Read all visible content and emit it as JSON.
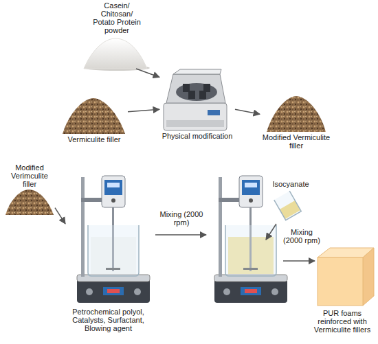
{
  "diagram": {
    "nodes": [
      {
        "text": [
          "Casein/ Chitosan/ Potato Protein powder"
        ]
      },
      {
        "text": [
          "Vermiculite filler"
        ]
      },
      {
        "text": [
          "Physical modification"
        ]
      },
      {
        "text": [
          "Modified Vermiculite filler"
        ]
      },
      {
        "text": [
          "Modified Verimculite filler"
        ]
      },
      {
        "text": [
          "Petrochemical polyol, Catalysts, Surfactant, Blowing agent"
        ]
      },
      {
        "text": [
          "Isocyanate"
        ]
      },
      {
        "text": [
          "PUR foams reinforced with Vermiculite fillers"
        ]
      }
    ],
    "edges": [
      {
        "from": 0,
        "to": 2,
        "arrow": "to"
      },
      {
        "from": 1,
        "to": 2,
        "arrow": "to"
      },
      {
        "from": 2,
        "to": 3,
        "arrow": "to"
      },
      {
        "from": 4,
        "to": 5,
        "arrow": "to"
      }
    ],
    "labels": [
      "Mixing (2000 rpm)",
      "Mixing (2000 rpm)"
    ]
  }
}
